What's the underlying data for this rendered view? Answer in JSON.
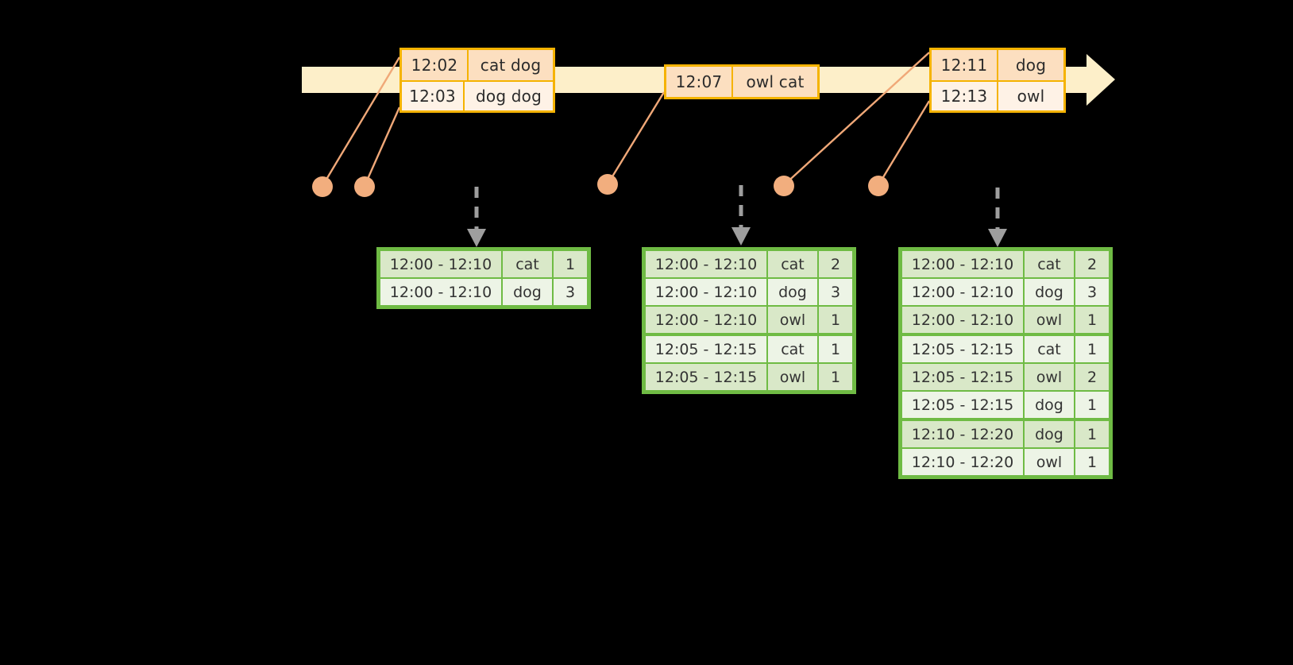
{
  "timeline": {
    "name": "event-stream-timeline",
    "color": "#FDEFC9",
    "border_color": "#F5B301",
    "dot_color": "#F2AE7E",
    "arrow_color": "#9E9E9E"
  },
  "events": [
    {
      "name": "event-box-1",
      "rows": [
        {
          "time": "12:02",
          "text": "cat dog"
        },
        {
          "time": "12:03",
          "text": "dog dog"
        }
      ]
    },
    {
      "name": "event-box-2",
      "rows": [
        {
          "time": "12:07",
          "text": "owl cat"
        }
      ]
    },
    {
      "name": "event-box-3",
      "rows": [
        {
          "time": "12:11",
          "text": "dog"
        },
        {
          "time": "12:13",
          "text": "owl"
        }
      ]
    }
  ],
  "tables": [
    {
      "name": "result-table-1",
      "rows": [
        {
          "window": "12:00 - 12:10",
          "key": "cat",
          "count": "1",
          "group": 0
        },
        {
          "window": "12:00 - 12:10",
          "key": "dog",
          "count": "3",
          "group": 0
        }
      ]
    },
    {
      "name": "result-table-2",
      "rows": [
        {
          "window": "12:00 - 12:10",
          "key": "cat",
          "count": "2",
          "group": 0
        },
        {
          "window": "12:00 - 12:10",
          "key": "dog",
          "count": "3",
          "group": 0
        },
        {
          "window": "12:00 - 12:10",
          "key": "owl",
          "count": "1",
          "group": 0
        },
        {
          "window": "12:05 - 12:15",
          "key": "cat",
          "count": "1",
          "group": 1
        },
        {
          "window": "12:05 - 12:15",
          "key": "owl",
          "count": "1",
          "group": 1
        }
      ]
    },
    {
      "name": "result-table-3",
      "rows": [
        {
          "window": "12:00 - 12:10",
          "key": "cat",
          "count": "2",
          "group": 0
        },
        {
          "window": "12:00 - 12:10",
          "key": "dog",
          "count": "3",
          "group": 0
        },
        {
          "window": "12:00 - 12:10",
          "key": "owl",
          "count": "1",
          "group": 0
        },
        {
          "window": "12:05 - 12:15",
          "key": "cat",
          "count": "1",
          "group": 1
        },
        {
          "window": "12:05 - 12:15",
          "key": "owl",
          "count": "2",
          "group": 1
        },
        {
          "window": "12:05 - 12:15",
          "key": "dog",
          "count": "1",
          "group": 1
        },
        {
          "window": "12:10 - 12:20",
          "key": "dog",
          "count": "1",
          "group": 2
        },
        {
          "window": "12:10 - 12:20",
          "key": "owl",
          "count": "1",
          "group": 2
        }
      ]
    }
  ]
}
